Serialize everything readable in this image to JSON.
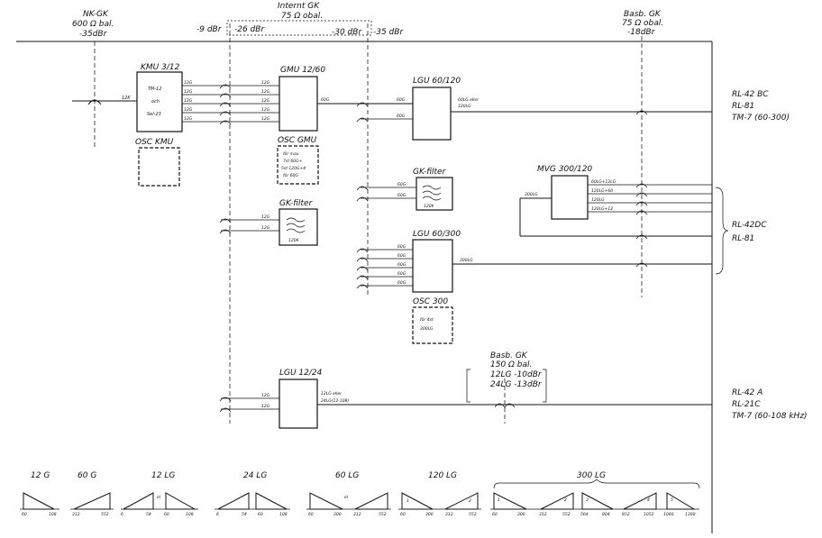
{
  "top_labels": {
    "nk_gk": [
      "NK-GK",
      "600 Ω bal.",
      "-35dBr"
    ],
    "intern_gk": [
      "Internt GK",
      "75 Ω obal."
    ],
    "basb_gk_top": [
      "Basb. GK",
      "75 Ω obal.",
      "-18dBr"
    ],
    "levels": [
      "-9 dBr",
      "-26 dBr",
      "-30 dBr",
      "-35 dBr"
    ]
  },
  "blocks": {
    "kmu": {
      "title": "KMU 3/12",
      "lines": [
        "TM-12",
        "och",
        "Sel-23"
      ],
      "in": "12K",
      "outs": [
        "12G",
        "12G",
        "12G",
        "12G",
        "12G"
      ]
    },
    "osc_kmu": {
      "title": "OSC KMU"
    },
    "gmu": {
      "title": "GMU 12/60",
      "ins": [
        "12G",
        "12G",
        "12G",
        "12G",
        "12G"
      ],
      "out": "60G"
    },
    "osc_gmu": {
      "title": "OSC GMU",
      "lines": [
        "för max",
        "7st 60G+",
        "5st 120G+4",
        "för 60G"
      ]
    },
    "gk_filter_left": {
      "title": "GK-filter",
      "ins": [
        "12G",
        "12G"
      ],
      "label": "120K"
    },
    "lgu_60_120": {
      "title": "LGU 60/120",
      "ins": [
        "60G",
        "60G"
      ],
      "out": [
        "60LG eller",
        "120LG"
      ]
    },
    "gk_filter_mid": {
      "title": "GK-filter",
      "ins": [
        "60G",
        "60G"
      ],
      "label": "120K"
    },
    "lgu_60_300": {
      "title": "LGU 60/300",
      "ins": [
        "60G",
        "60G",
        "60G",
        "60G",
        "60G"
      ],
      "out": "300LG"
    },
    "osc_300": {
      "title": "OSC 300",
      "lines": [
        "för 4st",
        "300LG"
      ]
    },
    "mvg": {
      "title": "MVG 300/120",
      "in": "300LG",
      "outs": [
        "60LG+12LG",
        "120LG+60",
        "120LG",
        "120LG+12"
      ]
    },
    "lgu_12_24": {
      "title": "LGU 12/24",
      "ins": [
        "12G",
        "12G"
      ],
      "out": [
        "12LG eller",
        "24LG(12-108)"
      ]
    }
  },
  "basb_gk_mid": [
    "Basb. GK",
    "150 Ω bal.",
    "12LG -10dBr",
    "24LG -13dBr"
  ],
  "right_labels": {
    "group1": [
      "RL-42 BC",
      "RL-81",
      "TM-7 (60-300)"
    ],
    "group2": [
      "RL-42DC",
      "RL-81"
    ],
    "group3": [
      "RL-42 A",
      "RL-21C",
      "TM-7 (60-108 kHz)"
    ]
  },
  "spectra": [
    {
      "label": "12 G",
      "ticks": [
        "60",
        "108"
      ],
      "marks": []
    },
    {
      "label": "60 G",
      "ticks": [
        "312",
        "552"
      ],
      "marks": []
    },
    {
      "label": "12 LG",
      "ticks": [
        "6",
        "54",
        "60",
        "108"
      ],
      "marks": [
        "el"
      ]
    },
    {
      "label": "24 LG",
      "ticks": [
        "6",
        "54",
        "60",
        "108"
      ],
      "marks": []
    },
    {
      "label": "60 LG",
      "ticks": [
        "60",
        "300",
        "312",
        "552"
      ],
      "marks": [
        "el"
      ]
    },
    {
      "label": "120 LG",
      "ticks": [
        "60",
        "300",
        "312",
        "552"
      ],
      "marks": [
        "1",
        "2"
      ]
    },
    {
      "label": "300 LG",
      "ticks": [
        "60",
        "300",
        "312",
        "552",
        "564",
        "804",
        "812",
        "1052",
        "1060",
        "1300"
      ],
      "marks": [
        "1",
        "2",
        "3",
        "4",
        "5"
      ]
    }
  ]
}
